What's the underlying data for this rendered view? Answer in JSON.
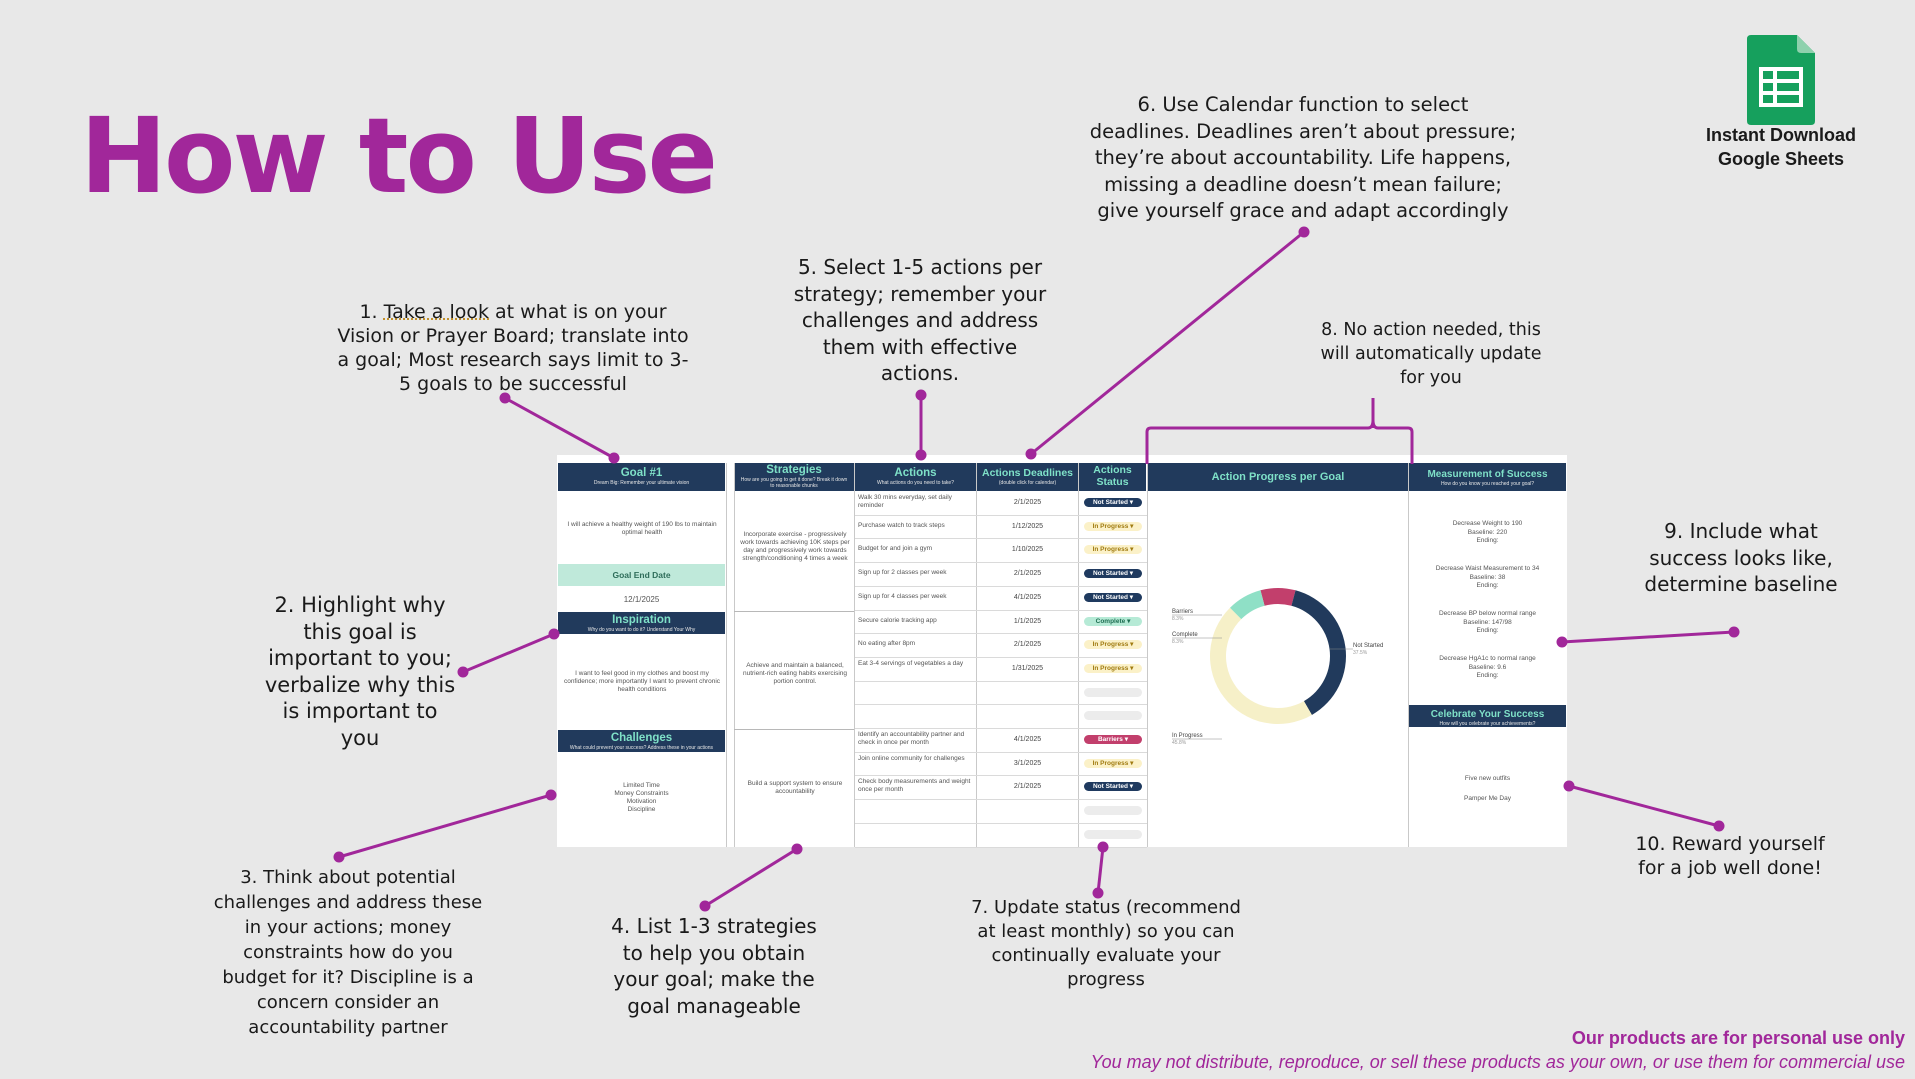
{
  "page": {
    "title": "How to Use",
    "badge": {
      "label_line1": "Instant Download",
      "label_line2": "Google Sheets",
      "icon": "google-sheets-icon",
      "color": "#0f9d58"
    },
    "accent_color": "#a1279a"
  },
  "callouts": {
    "c1": {
      "link": "Take a look",
      "pre": "1. ",
      "rest": " at what is on your Vision or Prayer Board; translate into a goal; Most research says limit to 3-5 goals to be successful"
    },
    "c2": "2. Highlight why this goal is important to you; verbalize why this is important to you",
    "c3": "3. Think about potential challenges and address these in your actions; money constraints how do you budget for it? Discipline is a concern consider an accountability partner",
    "c4": "4. List 1-3 strategies to help you obtain your goal; make the goal manageable",
    "c5": "5. Select 1-5 actions per strategy; remember your challenges and address them with effective actions.",
    "c6": "6. Use Calendar function to select deadlines. Deadlines aren’t about pressure; they’re about accountability. Life happens, missing a deadline doesn’t mean failure; give yourself grace and adapt accordingly",
    "c7": "7. Update status (recommend at least monthly) so you can continually evaluate your progress",
    "c8": "8. No action needed, this will automatically update for you",
    "c9": "9. Include what success looks like, determine baseline",
    "c10": "10. Reward yourself for a job well done!"
  },
  "footer": {
    "line1": "Our products are for personal use only",
    "line2": "You may not distribute, reproduce, or sell these products as your own, or use them for commercial use"
  },
  "sheet": {
    "goal": {
      "header": "Goal #1",
      "sub": "Dream Big: Remember your ultimate vision",
      "text": "I will achieve a healthy weight of 190 lbs to maintain optimal health",
      "end_label": "Goal End Date",
      "end_date": "12/1/2025"
    },
    "inspiration": {
      "header": "Inspiration",
      "sub": "Why do you want to do it? Understand Your Why",
      "text": "I want to feel good in my clothes and boost my confidence; more importantly I want to prevent chronic health conditions"
    },
    "challenges": {
      "header": "Challenges",
      "sub": "What could prevent your success? Address these in your actions",
      "items": [
        "Limited Time",
        "Money Constraints",
        "Motivation",
        "Discipline"
      ]
    },
    "strategies": {
      "header": "Strategies",
      "sub": "How are you going to get it done? Break it down to reasonable chunks",
      "items": [
        "Incorporate exercise - progressively work towards achieving 10K steps per day and progressively work towards strength/conditioning 4 times a week",
        "Achieve and maintain a balanced, nutrient-rich eating habits exercising portion control.",
        "Build a support system to ensure accountability"
      ]
    },
    "actions_header": {
      "h": "Actions",
      "s": "What actions do you need to take?"
    },
    "deadlines_header": {
      "h": "Actions Deadlines",
      "s": "(double click for calendar)"
    },
    "status_header": {
      "h1": "Actions",
      "h2": "Status"
    },
    "actions": [
      {
        "text": "Walk 30 mins everyday, set daily reminder",
        "date": "2/1/2025",
        "status": "Not Started"
      },
      {
        "text": "Purchase watch to track steps",
        "date": "1/12/2025",
        "status": "In Progress"
      },
      {
        "text": "Budget for and join a gym",
        "date": "1/10/2025",
        "status": "In Progress"
      },
      {
        "text": "Sign up for 2 classes per week",
        "date": "2/1/2025",
        "status": "Not Started"
      },
      {
        "text": "Sign up for 4 classes per week",
        "date": "4/1/2025",
        "status": "Not Started"
      },
      {
        "text": "Secure calorie tracking app",
        "date": "1/1/2025",
        "status": "Complete"
      },
      {
        "text": "No eating after 8pm",
        "date": "2/1/2025",
        "status": "In Progress"
      },
      {
        "text": "Eat 3-4 servings of vegetables a day",
        "date": "1/31/2025",
        "status": "In Progress"
      },
      {
        "text": "",
        "date": "",
        "status": ""
      },
      {
        "text": "",
        "date": "",
        "status": ""
      },
      {
        "text": "Identify an accountability partner and check in once per month",
        "date": "4/1/2025",
        "status": "Barriers"
      },
      {
        "text": "Join online community for challenges",
        "date": "3/1/2025",
        "status": "In Progress"
      },
      {
        "text": "Check body measurements and weight once per month",
        "date": "2/1/2025",
        "status": "Not Started"
      },
      {
        "text": "",
        "date": "",
        "status": ""
      },
      {
        "text": "",
        "date": "",
        "status": ""
      }
    ],
    "progress": {
      "header": "Action Progress per Goal",
      "legend": [
        {
          "label": "Barriers",
          "pct": "8.3%",
          "color": "#c23f6c",
          "value": 8.3
        },
        {
          "label": "Complete",
          "pct": "8.3%",
          "color": "#8fe0c6",
          "value": 8.3
        },
        {
          "label": "In Progress",
          "pct": "45.8%",
          "color": "#f6f0c8",
          "value": 45.8
        },
        {
          "label": "Not Started",
          "pct": "37.5%",
          "color": "#213a5c",
          "value": 37.5
        }
      ]
    },
    "measurement": {
      "header": "Measurement of Success",
      "sub": "How do you know you reached your goal?",
      "items": [
        {
          "l1": "Decrease Weight to 190",
          "l2": "Baseline: 220",
          "l3": "Ending:"
        },
        {
          "l1": "Decrease Waist Measurement to 34",
          "l2": "Baseline: 38",
          "l3": "Ending:"
        },
        {
          "l1": "Decrease BP below normal range",
          "l2": "Baseline: 147/98",
          "l3": "Ending:"
        },
        {
          "l1": "Decrease HgA1c to normal range",
          "l2": "Baseline: 9.6",
          "l3": "Ending:"
        }
      ]
    },
    "celebrate": {
      "header": "Celebrate Your Success",
      "sub": "How will you celebrate your achievements?",
      "items": [
        "Five new outfits",
        "Pamper Me Day"
      ]
    }
  }
}
